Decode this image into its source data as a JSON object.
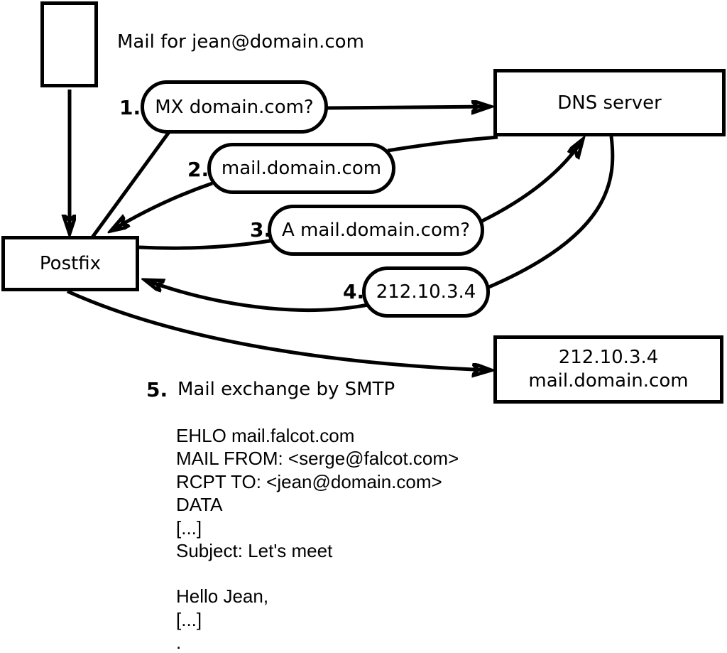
{
  "diagram": {
    "mail_label": "Mail for jean@domain.com",
    "nodes": {
      "postfix": "Postfix",
      "dns_server": "DNS server",
      "mail_server": {
        "line1": "212.10.3.4",
        "line2": "mail.domain.com"
      }
    },
    "steps": [
      {
        "num": "1.",
        "label": "MX domain.com?"
      },
      {
        "num": "2.",
        "label": "mail.domain.com"
      },
      {
        "num": "3.",
        "label": "A mail.domain.com?"
      },
      {
        "num": "4.",
        "label": "212.10.3.4"
      },
      {
        "num": "5.",
        "label": "Mail exchange by SMTP"
      }
    ],
    "smtp_session": [
      "EHLO mail.falcot.com",
      "MAIL FROM: <serge@falcot.com>",
      "RCPT TO: <jean@domain.com>",
      "DATA",
      "[...]",
      "Subject: Let's meet",
      "",
      "Hello Jean,",
      "[...]",
      "."
    ],
    "colors": {
      "line": "#000000",
      "background": "#ffffff",
      "text": "#000000"
    }
  }
}
